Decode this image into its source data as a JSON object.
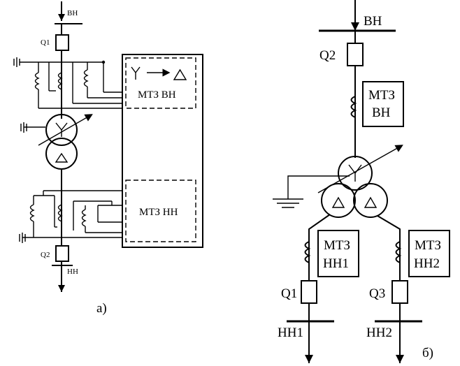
{
  "diagram_a": {
    "hv_bus": "ВН",
    "breaker_hv": "Q1",
    "relay_hv": "МТЗ ВН",
    "relay_lv": "МТЗ НН",
    "breaker_lv": "Q2",
    "lv_bus": "НН",
    "caption": "а)"
  },
  "diagram_b": {
    "hv_bus": "ВН",
    "breaker_hv": "Q2",
    "relay_hv_line1": "МТЗ",
    "relay_hv_line2": "ВН",
    "relay_lv1_line1": "МТЗ",
    "relay_lv1_line2": "НН1",
    "relay_lv2_line1": "МТЗ",
    "relay_lv2_line2": "НН2",
    "breaker_lv1": "Q1",
    "breaker_lv2": "Q3",
    "lv1_bus": "НН1",
    "lv2_bus": "НН2",
    "caption": "б)"
  }
}
